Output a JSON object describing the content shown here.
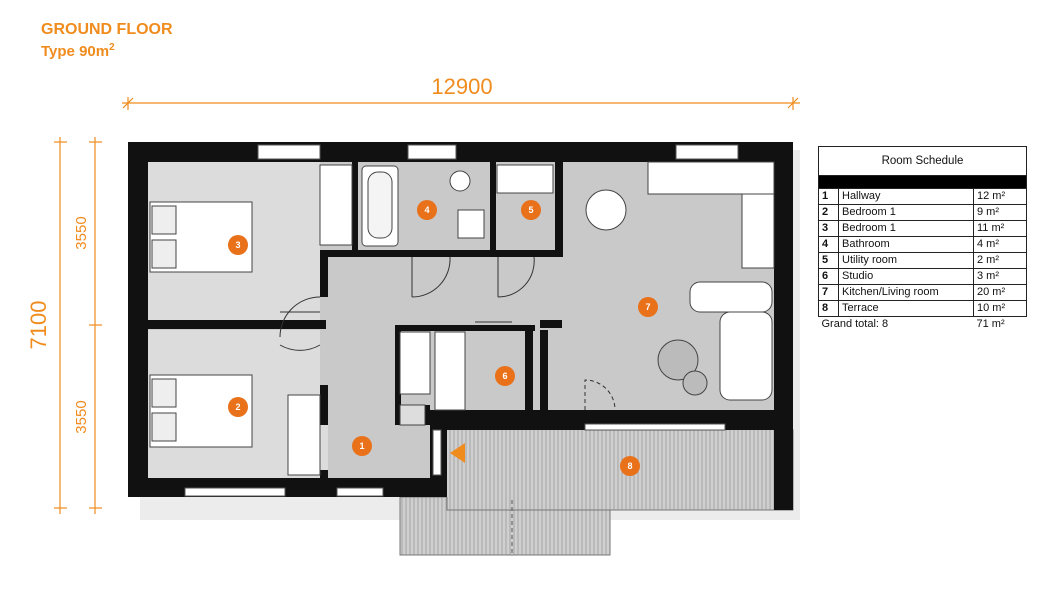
{
  "title": {
    "line1": "GROUND FLOOR",
    "line2_prefix": "Type 90m",
    "line2_sup": "2"
  },
  "dimensions": {
    "width": "12900",
    "height": "7100",
    "upper": "3550",
    "lower": "3550"
  },
  "markers": [
    "1",
    "2",
    "3",
    "4",
    "5",
    "6",
    "7",
    "8"
  ],
  "schedule": {
    "title": "Room Schedule",
    "rows": [
      {
        "num": "1",
        "name": "Hallway",
        "area": "12 m²"
      },
      {
        "num": "2",
        "name": "Bedroom 1",
        "area": "9 m²"
      },
      {
        "num": "3",
        "name": "Bedroom 1",
        "area": "11 m²"
      },
      {
        "num": "4",
        "name": "Bathroom",
        "area": "4 m²"
      },
      {
        "num": "5",
        "name": "Utility room",
        "area": "2 m²"
      },
      {
        "num": "6",
        "name": "Studio",
        "area": "3 m²"
      },
      {
        "num": "7",
        "name": "Kitchen/Living room",
        "area": "20 m²"
      },
      {
        "num": "8",
        "name": "Terrace",
        "area": "10 m²"
      }
    ],
    "total_label": "Grand total: 8",
    "total_area": "71 m²"
  },
  "colors": {
    "accent": "#f08c1e",
    "wall": "#111111",
    "floor": "#c9c9c9"
  }
}
